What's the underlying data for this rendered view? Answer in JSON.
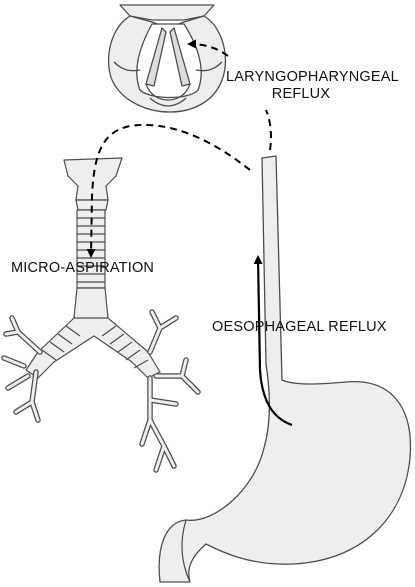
{
  "labels": {
    "laryngopharyngeal_line1": "LARYNGOPHARYNGEAL",
    "laryngopharyngeal_line2": "REFLUX",
    "micro_aspiration": "MICRO-ASPIRATION",
    "oesophageal_reflux": "OESOPHAGEAL REFLUX"
  },
  "colors": {
    "organ_fill": "#eeeeee",
    "organ_stroke": "#4d4d4d",
    "arrow": "#000000"
  }
}
